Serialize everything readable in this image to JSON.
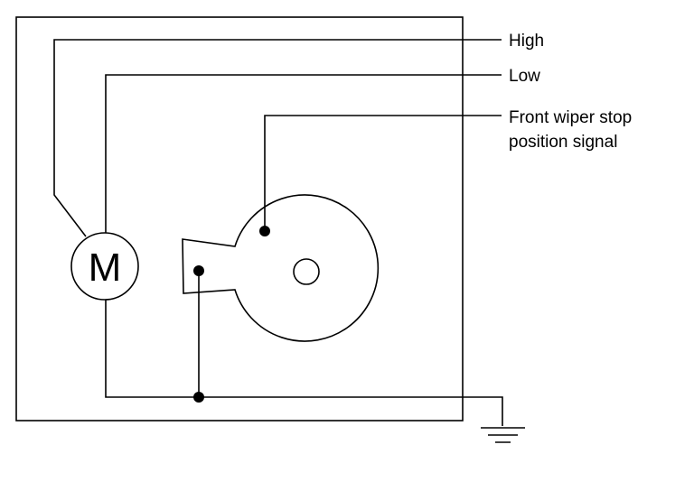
{
  "labels": {
    "high": "High",
    "low": "Low",
    "stop_signal_line1": "Front wiper stop",
    "stop_signal_line2": "position signal"
  },
  "motor": {
    "letter": "M"
  },
  "colors": {
    "line": "#000000",
    "background": "#ffffff"
  }
}
